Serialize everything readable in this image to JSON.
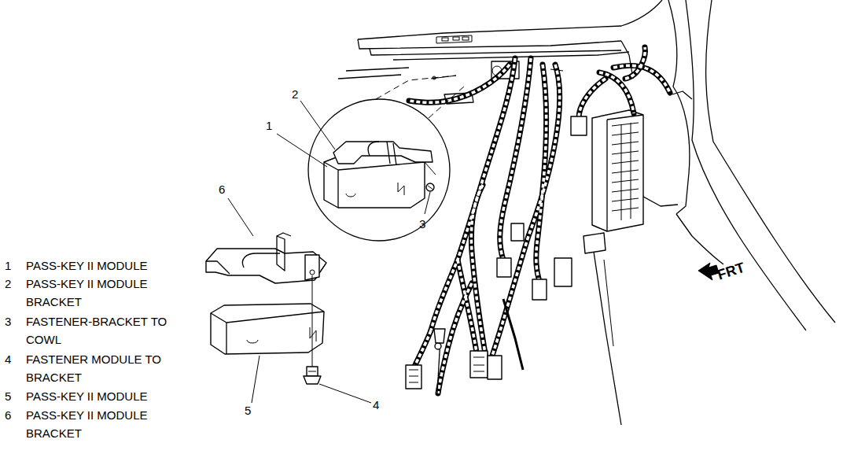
{
  "diagram": {
    "labels": [
      "2",
      "1",
      "6",
      "3",
      "5",
      "4",
      "1",
      "PASS-KEY II MODULE",
      "2",
      "PASS-KEY II MODULE BRACKET",
      "3",
      "FASTENER-BRACKET TO COWL",
      "4",
      "FASTENER MODULE TO BRACKET",
      "5",
      "PASS-KEY II MODULE",
      "6",
      "PASS-KEY II MODULE BRACKET",
      "FRT"
    ]
  }
}
